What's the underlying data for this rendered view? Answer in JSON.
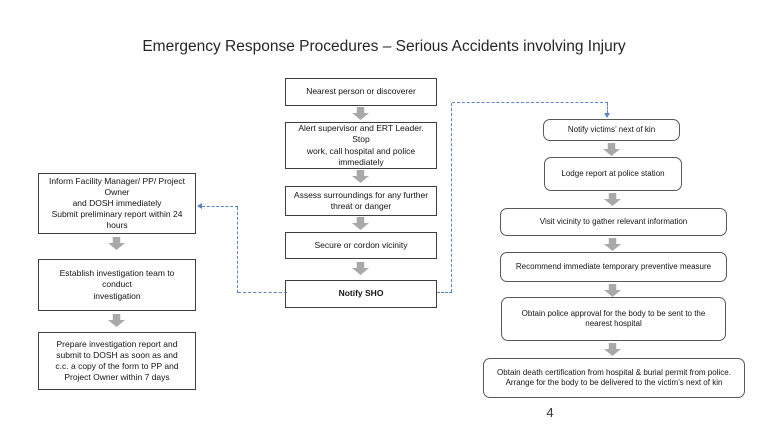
{
  "slide": {
    "title": "Emergency Response Procedures – Serious Accidents involving Injury",
    "page_number": "4"
  },
  "flowchart": {
    "center": [
      {
        "id": "nearest-person",
        "text": "Nearest person or discoverer"
      },
      {
        "id": "alert-supervisor",
        "text": "Alert supervisor and ERT Leader. Stop\nwork, call hospital and police\nimmediately"
      },
      {
        "id": "assess-surroundings",
        "text": "Assess surroundings for any further\nthreat or danger"
      },
      {
        "id": "secure-vicinity",
        "text": "Secure or cordon vicinity"
      },
      {
        "id": "notify-sho",
        "text": "Notify SHO",
        "bold": true
      }
    ],
    "left": [
      {
        "id": "inform-management",
        "text": "Inform Facility Manager/ PP/ Project\nOwner\nand DOSH immediately\nSubmit preliminary report within 24\nhours"
      },
      {
        "id": "establish-team",
        "text": "Establish investigation team to\nconduct\ninvestigation"
      },
      {
        "id": "prepare-report",
        "text": "Prepare investigation report and\nsubmit to DOSH as soon as and\nc.c. a copy of the form to PP and\nProject Owner within 7 days"
      }
    ],
    "right": [
      {
        "id": "notify-next-of-kin",
        "text": "Notify victims’ next of kin"
      },
      {
        "id": "lodge-report",
        "text": "Lodge report at police station"
      },
      {
        "id": "visit-vicinity",
        "text": "Visit vicinity to gather relevant information"
      },
      {
        "id": "recommend-measure",
        "text": "Recommend immediate temporary preventive measure"
      },
      {
        "id": "police-approval",
        "text": "Obtain police approval for the body to be sent to the\nnearest hospital"
      },
      {
        "id": "death-certification",
        "text": "Obtain death certification from hospital & burial permit from police.\nArrange for the body to be delivered to the victim’s next of kin"
      }
    ]
  },
  "colors": {
    "connector_blue": "#5b83c9",
    "arrow_gray": "#a9a9a9",
    "box_border": "#3f3f3f"
  }
}
